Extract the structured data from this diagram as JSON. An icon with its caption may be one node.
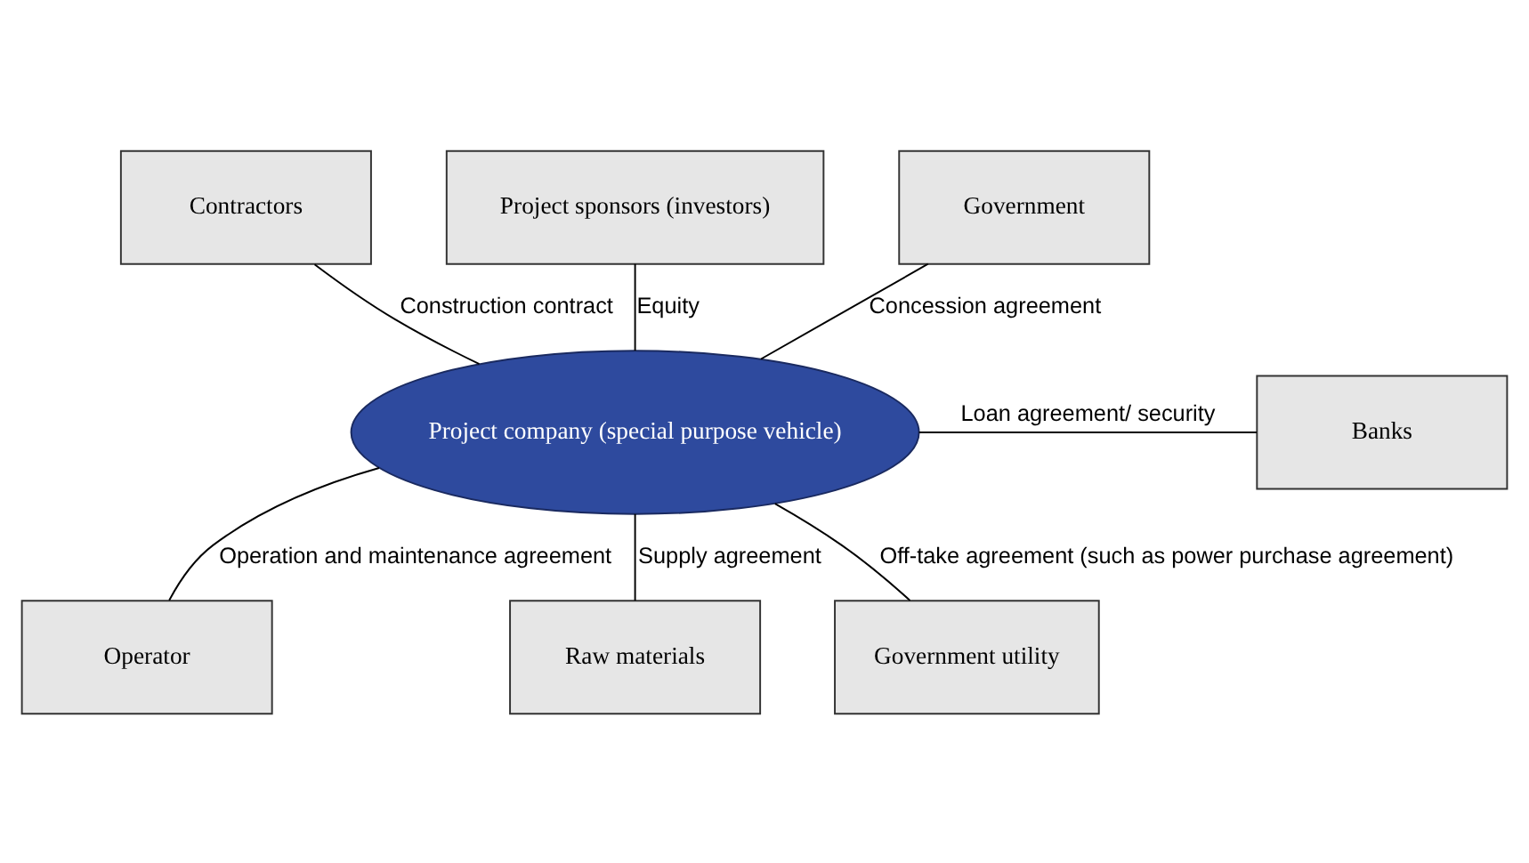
{
  "diagram": {
    "nodes": [
      {
        "text": [
          "Project sponsors (investors)"
        ]
      },
      {
        "text": [
          "Contractors"
        ]
      },
      {
        "text": [
          "Government"
        ]
      },
      {
        "text": [
          "Project company (special purpose vehicle)"
        ]
      },
      {
        "text": [
          "Banks"
        ]
      },
      {
        "text": [
          "Operator"
        ]
      },
      {
        "text": [
          "Government utility"
        ]
      },
      {
        "text": [
          "Raw materials"
        ]
      }
    ],
    "edges": [
      {
        "from": 3,
        "to": 0,
        "arrow": "none",
        "label": "Equity"
      },
      {
        "from": 3,
        "to": 2,
        "arrow": "none",
        "label": "Concession agreement"
      },
      {
        "from": 3,
        "to": 4,
        "arrow": "none",
        "label": "Loan agreement/ security"
      },
      {
        "from": 3,
        "to": 6,
        "arrow": "none",
        "label": "Off-take agreement (such as power purchase agreement)"
      },
      {
        "from": 3,
        "to": 7,
        "arrow": "none",
        "label": "Supply agreement"
      },
      {
        "from": 3,
        "to": 5,
        "arrow": "none",
        "label": "Operation and maintenance agreement"
      },
      {
        "from": 3,
        "to": 1,
        "arrow": "none",
        "label": "Construction contract"
      }
    ]
  }
}
